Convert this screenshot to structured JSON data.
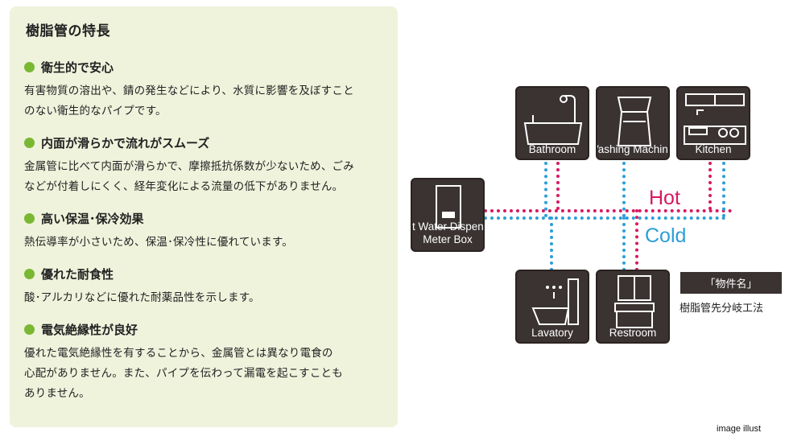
{
  "panel": {
    "title": "樹脂管の特長",
    "features": [
      {
        "heading": "衛生的で安心",
        "lines": [
          "有害物質の溶出や、錆の発生などにより、水質に影響を及ぼすこと",
          "のない衛生的なパイプです。"
        ]
      },
      {
        "heading": "内面が滑らかで流れがスムーズ",
        "lines": [
          "金属管に比べて内面が滑らかで、摩擦抵抗係数が少ないため、ごみ",
          "などが付着しにくく、経年変化による流量の低下がありません。"
        ]
      },
      {
        "heading": "高い保温･保冷効果",
        "lines": [
          "熱伝導率が小さいため、保温･保冷性に優れています。"
        ]
      },
      {
        "heading": "優れた耐食性",
        "lines": [
          "酸･アルカリなどに優れた耐薬品性を示します。"
        ]
      },
      {
        "heading": "電気絶縁性が良好",
        "lines": [
          "優れた電気絶縁性を有することから、金属管とは異なり電食の",
          "心配がありません。また、パイプを伝わって漏電を起こすことも",
          "ありません。"
        ]
      }
    ]
  },
  "diagram": {
    "meter": {
      "label_1": "ot Water Dispens",
      "label_2": "Meter Box"
    },
    "fixtures": {
      "bathroom": "Bathroom",
      "washing": "Vashing Machine",
      "kitchen": "Kitchen",
      "lavatory": "Lavatory",
      "restroom": "Restroom"
    },
    "legend": {
      "hot": "Hot",
      "cold": "Cold"
    },
    "colors": {
      "hot": "#d8195f",
      "cold": "#2c9ed8",
      "fixture": "#3a3332",
      "bullet": "#7ab834"
    }
  },
  "tag": {
    "name": "「物件名」",
    "method": "樹脂管先分岐工法"
  },
  "note": "image illust"
}
